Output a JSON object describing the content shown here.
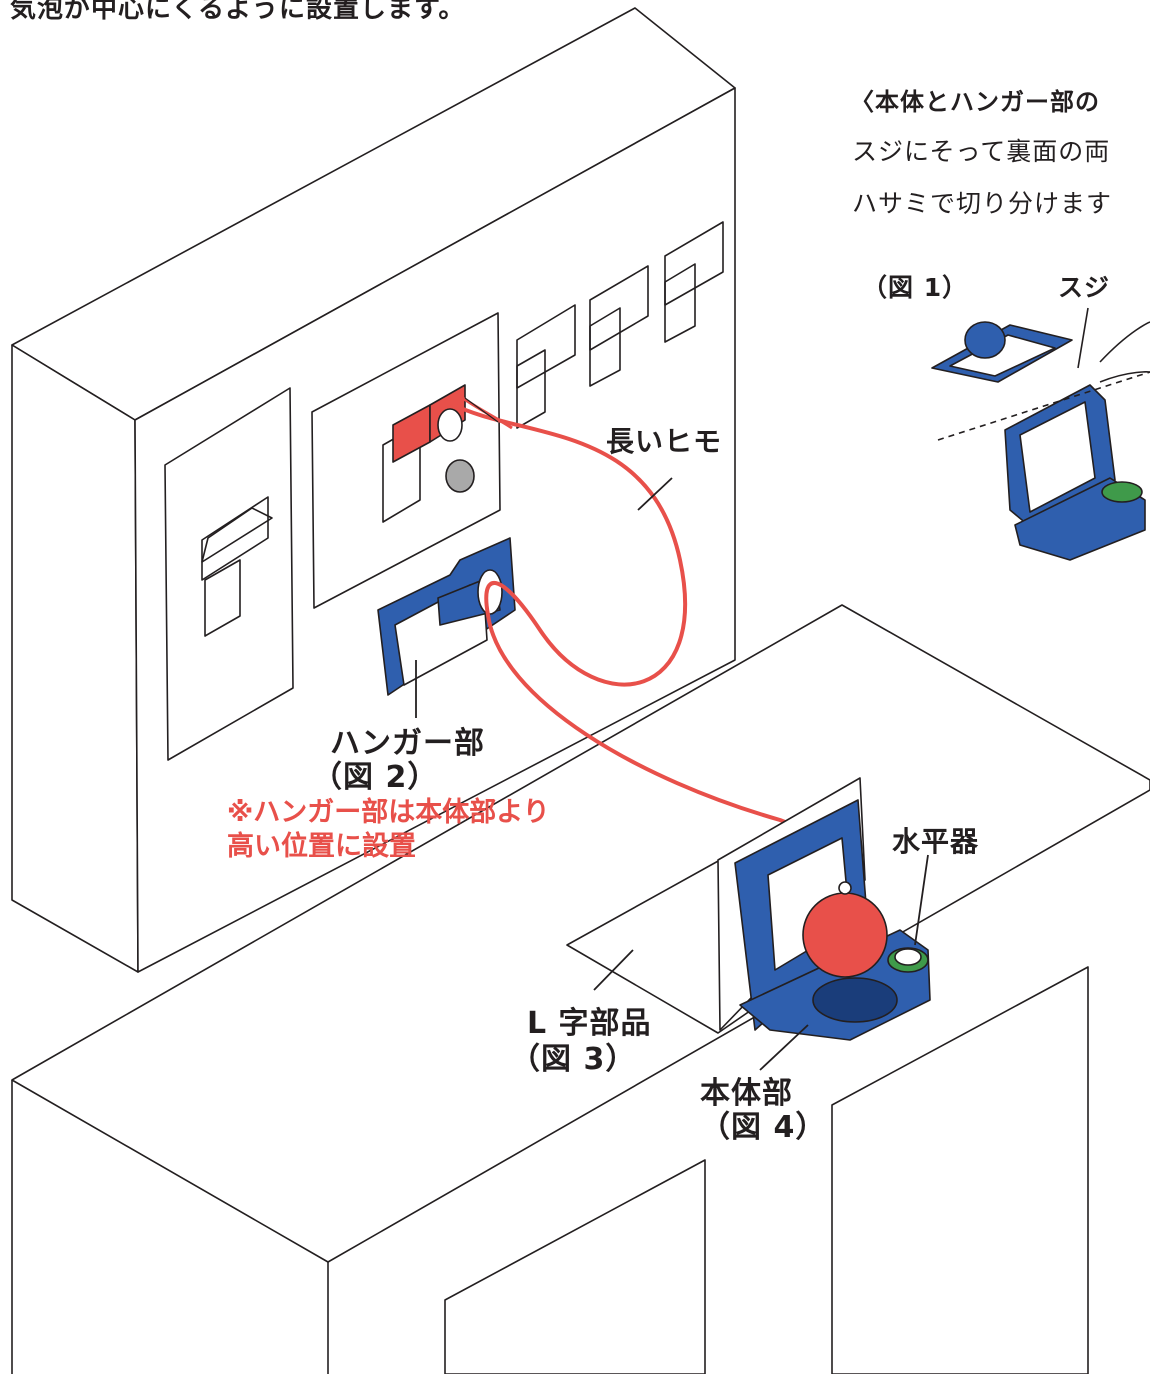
{
  "top_text": "気泡が中心にくるように設置します。",
  "side_panel": {
    "heading": "〈本体とハンガー部の",
    "line1": "スジにそって裏面の両",
    "line2": "ハサミで切り分けます",
    "fig1_label": "（図 1）",
    "suji_label": "スジ"
  },
  "labels": {
    "long_string": "長いヒモ",
    "hanger": "ハンガー部",
    "fig2": "（図 2）",
    "note_line1": "※ハンガー部は本体部より",
    "note_line2": "高い位置に設置",
    "level": "水平器",
    "l_part": "L 字部品",
    "fig3": "（図 3）",
    "body": "本体部",
    "fig4": "（図 4）"
  },
  "colors": {
    "line": "#231f20",
    "blue": "#2f5fae",
    "dark_blue": "#1a3d7a",
    "red": "#e8504a",
    "green": "#3f9a4a",
    "gray": "#a9a9a9"
  }
}
